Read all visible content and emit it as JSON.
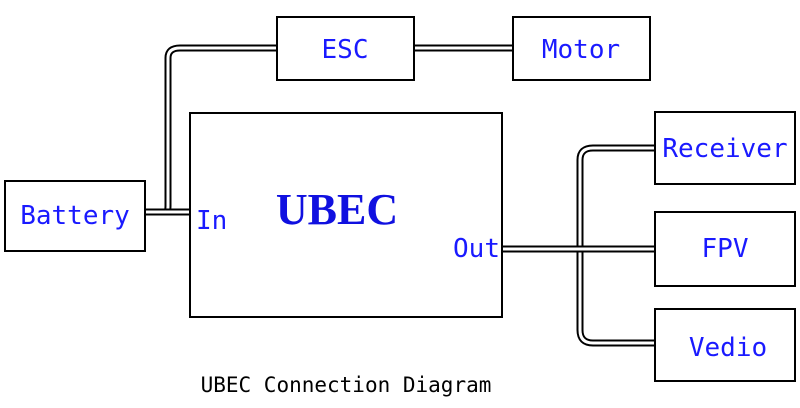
{
  "colors": {
    "label": "#1a1aff",
    "title": "#1010e0",
    "caption": "#000000",
    "line": "#000000",
    "background": "#ffffff"
  },
  "nodes": {
    "esc": "ESC",
    "motor": "Motor",
    "battery": "Battery",
    "ubec": "UBEC",
    "receiver": "Receiver",
    "fpv": "FPV",
    "vedio": "Vedio"
  },
  "ports": {
    "in": "In",
    "out": "Out"
  },
  "caption": "UBEC Connection Diagram"
}
